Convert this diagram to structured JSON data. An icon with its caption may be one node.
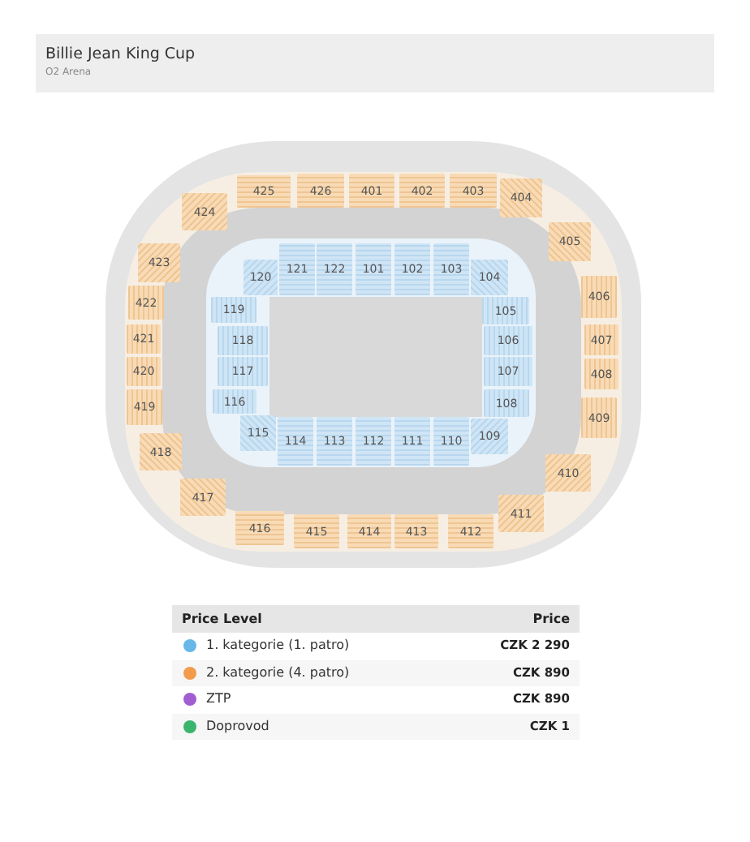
{
  "diagram": {
    "title": "Billie Jean King Cup",
    "nodes": [
      {
        "text": [
          "101"
        ]
      },
      {
        "text": [
          "102"
        ]
      },
      {
        "text": [
          "103"
        ]
      },
      {
        "text": [
          "104"
        ]
      },
      {
        "text": [
          "105"
        ]
      },
      {
        "text": [
          "106"
        ]
      },
      {
        "text": [
          "107"
        ]
      },
      {
        "text": [
          "108"
        ]
      },
      {
        "text": [
          "109"
        ]
      },
      {
        "text": [
          "110"
        ]
      },
      {
        "text": [
          "111"
        ]
      },
      {
        "text": [
          "112"
        ]
      },
      {
        "text": [
          "113"
        ]
      },
      {
        "text": [
          "114"
        ]
      },
      {
        "text": [
          "115"
        ]
      },
      {
        "text": [
          "116"
        ]
      },
      {
        "text": [
          "117"
        ]
      },
      {
        "text": [
          "118"
        ]
      },
      {
        "text": [
          "119"
        ]
      },
      {
        "text": [
          "120"
        ]
      },
      {
        "text": [
          "121"
        ]
      },
      {
        "text": [
          "122"
        ]
      },
      {
        "text": [
          "401"
        ]
      },
      {
        "text": [
          "402"
        ]
      },
      {
        "text": [
          "403"
        ]
      },
      {
        "text": [
          "404"
        ]
      },
      {
        "text": [
          "405"
        ]
      },
      {
        "text": [
          "406"
        ]
      },
      {
        "text": [
          "407"
        ]
      },
      {
        "text": [
          "408"
        ]
      },
      {
        "text": [
          "409"
        ]
      },
      {
        "text": [
          "410"
        ]
      },
      {
        "text": [
          "411"
        ]
      },
      {
        "text": [
          "412"
        ]
      },
      {
        "text": [
          "413"
        ]
      },
      {
        "text": [
          "414"
        ]
      },
      {
        "text": [
          "415"
        ]
      },
      {
        "text": [
          "416"
        ]
      },
      {
        "text": [
          "417"
        ]
      },
      {
        "text": [
          "418"
        ]
      },
      {
        "text": [
          "419"
        ]
      },
      {
        "text": [
          "420"
        ]
      },
      {
        "text": [
          "421"
        ]
      },
      {
        "text": [
          "422"
        ]
      },
      {
        "text": [
          "423"
        ]
      },
      {
        "text": [
          "424"
        ]
      },
      {
        "text": [
          "425"
        ]
      },
      {
        "text": [
          "426"
        ]
      }
    ],
    "labels": [
      "O2 Arena",
      "Price Level",
      "Price",
      "CZK 2 290",
      "CZK 890",
      "CZK 890",
      "CZK 1"
    ],
    "legend": [
      {
        "text": "1. kategorie (1. patro)",
        "color": "#67b7e8"
      },
      {
        "text": "2. kategorie (4. patro)",
        "color": "#f29b4a"
      },
      {
        "text": "ZTP",
        "color": "#a15ed1"
      },
      {
        "text": "Doprovod",
        "color": "#3bb56e"
      }
    ]
  }
}
